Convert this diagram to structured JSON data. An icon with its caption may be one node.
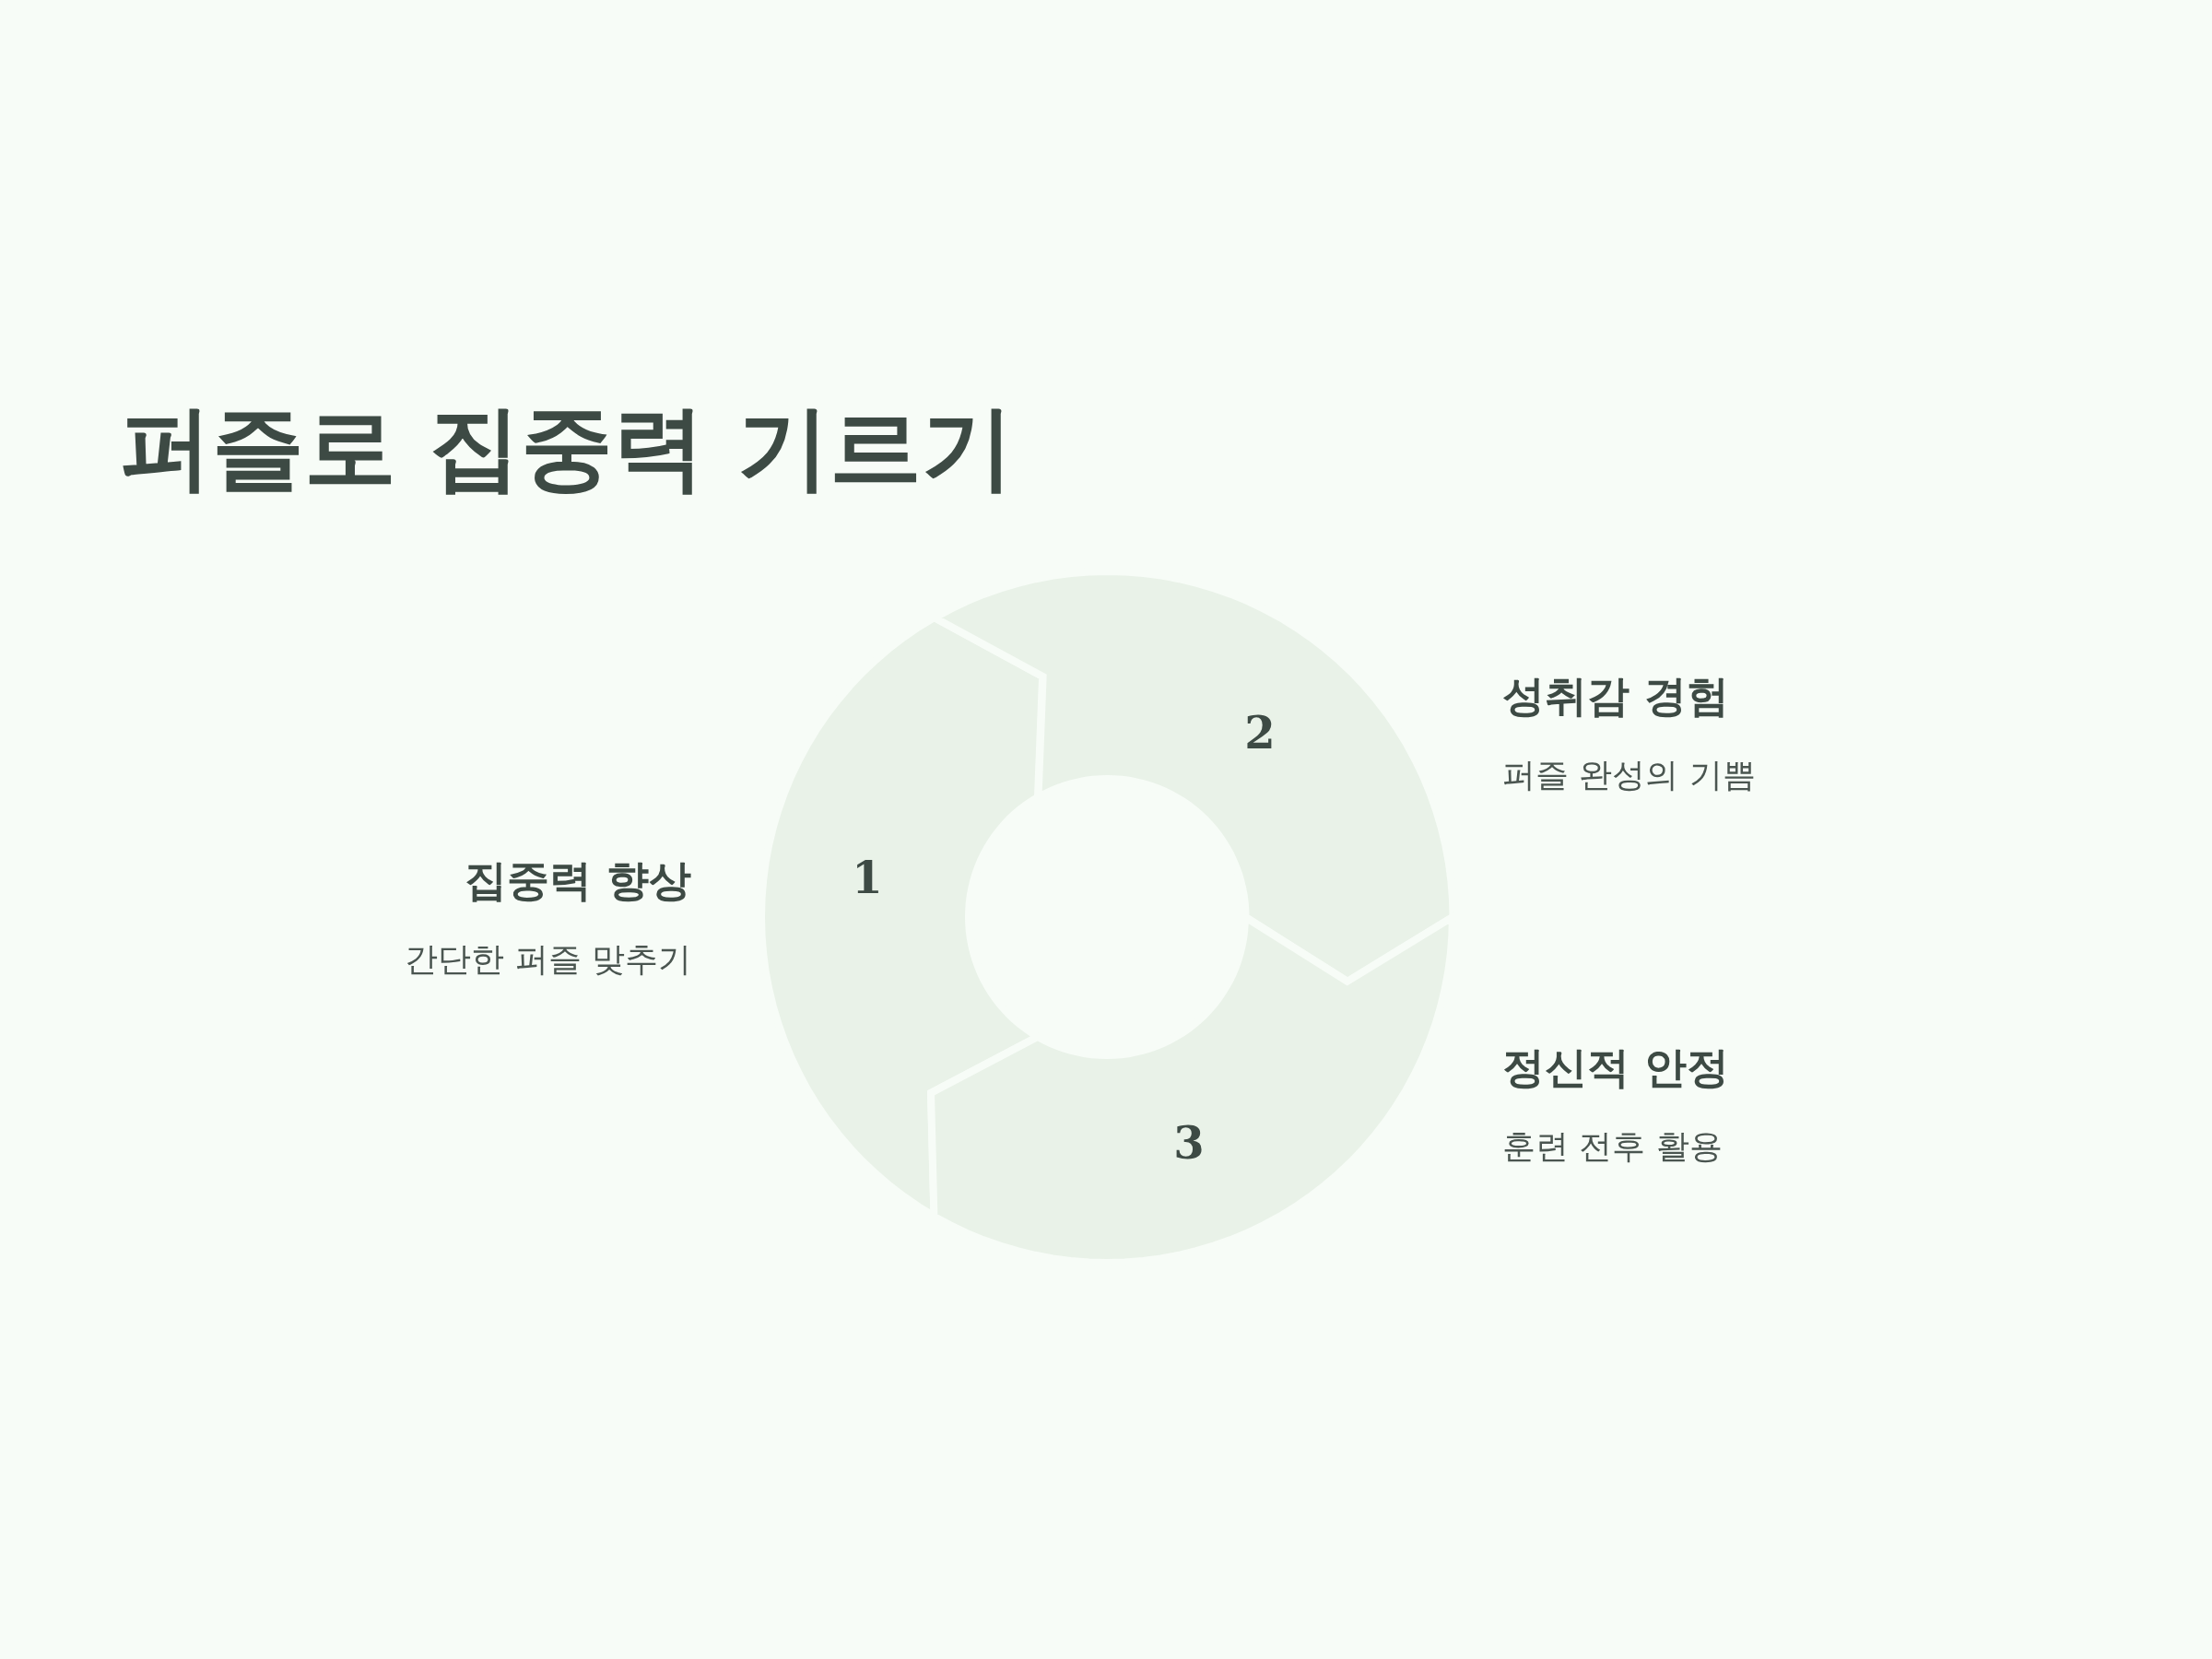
{
  "diagram": {
    "title": "퍼즐로 집중력 기르기",
    "nodes": [
      {
        "text": [
          "1"
        ],
        "beside": [
          "집중력 향상",
          "간단한 퍼즐 맞추기"
        ]
      },
      {
        "text": [
          "2"
        ],
        "beside": [
          "성취감 경험",
          "퍼즐 완성의 기쁨"
        ]
      },
      {
        "text": [
          "3"
        ],
        "beside": [
          "정신적 안정",
          "훈련 전후 활용"
        ]
      }
    ]
  }
}
